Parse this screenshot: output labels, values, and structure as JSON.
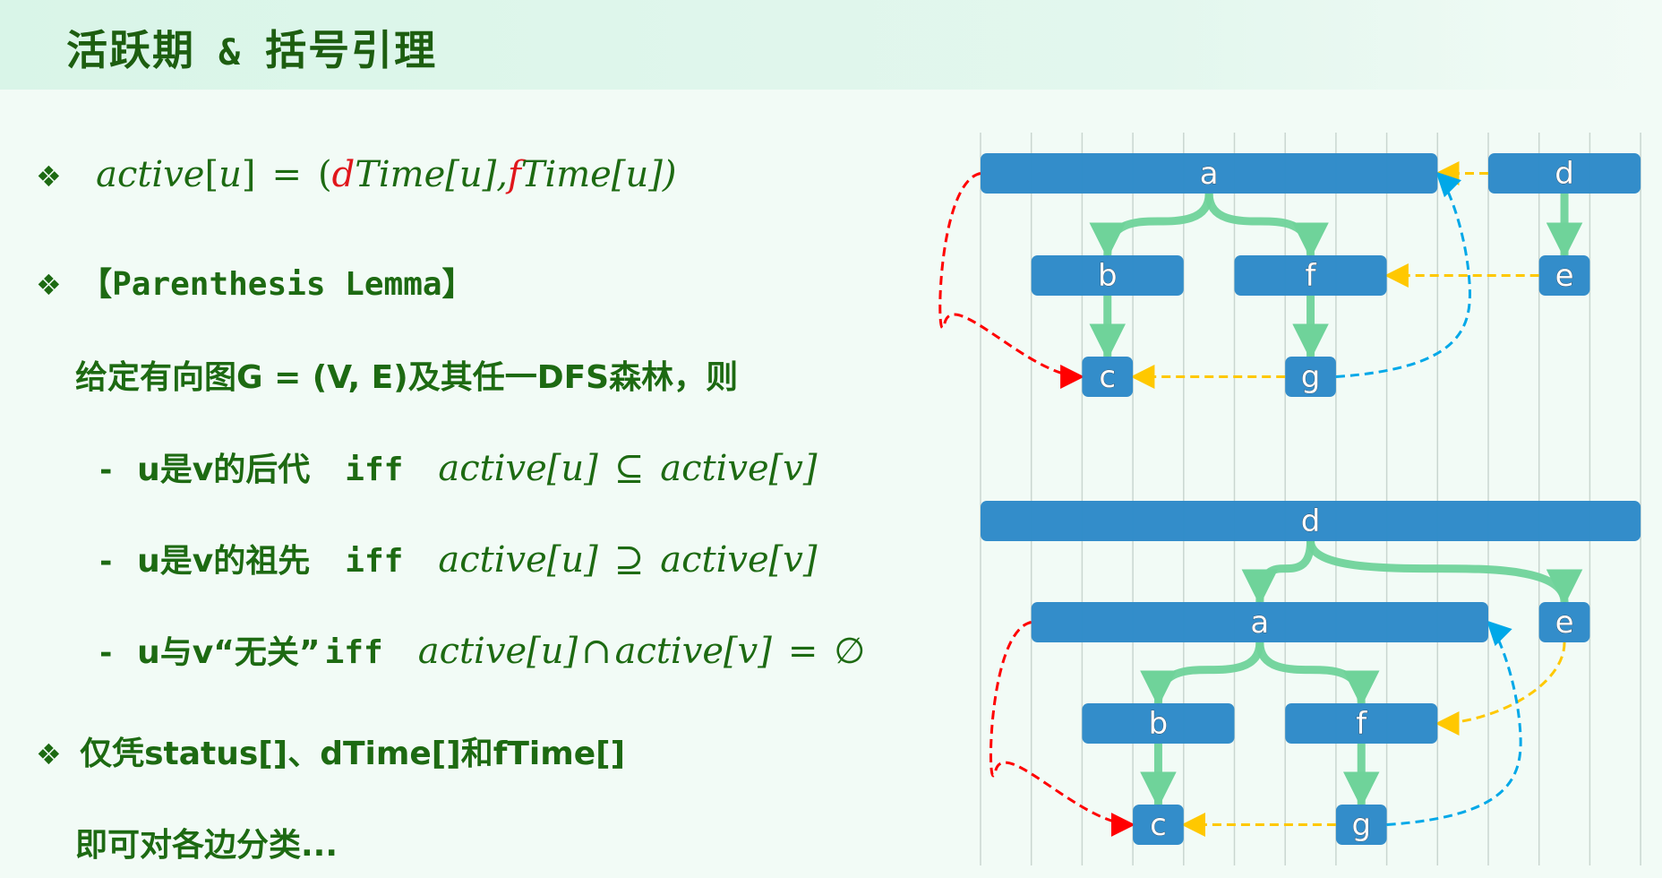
{
  "header": {
    "title_left": "活跃期",
    "title_amp": "&",
    "title_right": "括号引理"
  },
  "content": {
    "bullet_icon": "diamond-cluster-icon",
    "line1": {
      "lhs": "active",
      "lb": "[",
      "u": "u",
      "rb": "]",
      "eq": "=",
      "open": "(",
      "d": "d",
      "time1": "Time",
      "u2": "[u],",
      "f": "f",
      "time2": "Time",
      "u3": "[u])"
    },
    "line2": {
      "text": "【Parenthesis Lemma】"
    },
    "line3": {
      "text": "给定有向图G = (V, E)及其任一DFS森林，则"
    },
    "line4": {
      "dash": "-",
      "label": "u是v的后代",
      "iff": "iff",
      "lhs": "active[u]",
      "op": "⊆",
      "rhs": "active[v]"
    },
    "line5": {
      "dash": "-",
      "label": "u是v的祖先",
      "iff": "iff",
      "lhs": "active[u]",
      "op": "⊇",
      "rhs": "active[v]"
    },
    "line6": {
      "dash": "-",
      "label": "u与v“无关”",
      "iff": "iff",
      "lhs": "active[u]",
      "op": "∩",
      "rhs": "active[v]",
      "eq": "=",
      "empty": "∅"
    },
    "line7": {
      "text": "仅凭status[]、dTime[]和fTime[]"
    },
    "line8": {
      "text": "即可对各边分类..."
    }
  },
  "colors": {
    "node": "#2f8bc9",
    "tree_edge": "#6fd39a",
    "forward_edge": "#ff0000",
    "cross_edge": "#ffc800",
    "back_edge": "#00a8e8",
    "grid": "#c9d6d0",
    "text": "#1d6a12"
  },
  "diagrams": [
    {
      "name": "forest-1",
      "nodes": [
        {
          "id": "a",
          "label": "a",
          "start": 0,
          "end": 9,
          "depth": 0
        },
        {
          "id": "d",
          "label": "d",
          "start": 10,
          "end": 13,
          "depth": 0
        },
        {
          "id": "b",
          "label": "b",
          "start": 1,
          "end": 4,
          "depth": 1
        },
        {
          "id": "f",
          "label": "f",
          "start": 5,
          "end": 8,
          "depth": 1
        },
        {
          "id": "e",
          "label": "e",
          "start": 11,
          "end": 12,
          "depth": 1
        },
        {
          "id": "c",
          "label": "c",
          "start": 2,
          "end": 3,
          "depth": 2
        },
        {
          "id": "g",
          "label": "g",
          "start": 6,
          "end": 7,
          "depth": 2
        }
      ],
      "edges": [
        {
          "from": "a",
          "to": "b",
          "type": "tree"
        },
        {
          "from": "a",
          "to": "f",
          "type": "tree"
        },
        {
          "from": "b",
          "to": "c",
          "type": "tree"
        },
        {
          "from": "f",
          "to": "g",
          "type": "tree"
        },
        {
          "from": "d",
          "to": "e",
          "type": "tree"
        },
        {
          "from": "a",
          "to": "c",
          "type": "forward"
        },
        {
          "from": "g",
          "to": "c",
          "type": "cross"
        },
        {
          "from": "e",
          "to": "f",
          "type": "cross"
        },
        {
          "from": "d",
          "to": "a",
          "type": "cross"
        },
        {
          "from": "g",
          "to": "a",
          "type": "back"
        }
      ]
    },
    {
      "name": "forest-2",
      "nodes": [
        {
          "id": "d",
          "label": "d",
          "start": 0,
          "end": 13,
          "depth": 0
        },
        {
          "id": "a",
          "label": "a",
          "start": 1,
          "end": 10,
          "depth": 1
        },
        {
          "id": "e",
          "label": "e",
          "start": 11,
          "end": 12,
          "depth": 1
        },
        {
          "id": "b",
          "label": "b",
          "start": 2,
          "end": 5,
          "depth": 2
        },
        {
          "id": "f",
          "label": "f",
          "start": 6,
          "end": 9,
          "depth": 2
        },
        {
          "id": "c",
          "label": "c",
          "start": 3,
          "end": 4,
          "depth": 3
        },
        {
          "id": "g",
          "label": "g",
          "start": 7,
          "end": 8,
          "depth": 3
        }
      ],
      "edges": [
        {
          "from": "d",
          "to": "a",
          "type": "tree"
        },
        {
          "from": "d",
          "to": "e",
          "type": "tree"
        },
        {
          "from": "a",
          "to": "b",
          "type": "tree"
        },
        {
          "from": "a",
          "to": "f",
          "type": "tree"
        },
        {
          "from": "b",
          "to": "c",
          "type": "tree"
        },
        {
          "from": "f",
          "to": "g",
          "type": "tree"
        },
        {
          "from": "a",
          "to": "c",
          "type": "forward"
        },
        {
          "from": "g",
          "to": "c",
          "type": "cross"
        },
        {
          "from": "e",
          "to": "f",
          "type": "cross"
        },
        {
          "from": "g",
          "to": "a",
          "type": "back"
        }
      ]
    }
  ]
}
